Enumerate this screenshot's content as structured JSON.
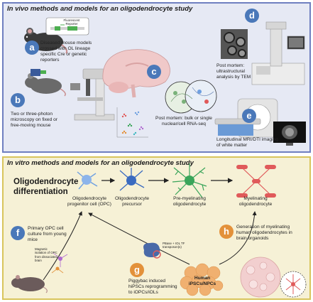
{
  "top_panel": {
    "title": "In vivo methods and models for an oligodendrocyte study",
    "reporter_label": "Fluorescent Reporter",
    "a": {
      "badge": "a",
      "text": "Diseased mouse models crossed with OL lineage specific Cre or genetic reporters"
    },
    "b": {
      "badge": "b",
      "text": "Two or three-photon microscopy on fixed or free-moving mouse"
    },
    "c": {
      "badge": "c",
      "text": "Post mortem: bulk or single nuclear/cell RNA-seq"
    },
    "d": {
      "badge": "d",
      "text": "Post mortem: ultrastructural analysis by TEM"
    },
    "e": {
      "badge": "e",
      "text": "Longitudinal MRI/DTI imaging of white matter"
    }
  },
  "bottom_panel": {
    "title": "In vitro methods and models for an oligodendrocyte study",
    "heading": "Oligodendrocyte differentiation",
    "stages": [
      {
        "label": "Oligodendrocyte progenitor cell (OPC)"
      },
      {
        "label": "Oligodendrocyte precursor"
      },
      {
        "label": "Pre-myelinating oligodendrocyte"
      },
      {
        "label": "Myelinating oligodendrocyte"
      }
    ],
    "f": {
      "badge": "f",
      "text": "Primary OPC cell culture from young  mice"
    },
    "magnetic_text": "Magnetic isolation of OPC from dissociated brain",
    "g": {
      "badge": "g",
      "text": "Piggybac induced hiPSCs reprogramming to iOPCs/iOLs"
    },
    "pbase_text": "PBase + IOL TF transposon(s)",
    "human_text": "Human iPSCs/NPCs",
    "h": {
      "badge": "h",
      "text": "Generation of myelinating human oligodendrocytes in brain organoids"
    }
  },
  "colors": {
    "top_bg": "#e6e9f4",
    "top_border": "#6f7fc0",
    "bottom_bg": "#f6f1d6",
    "bottom_border": "#d8c55c",
    "badge_blue": "#4a78b9",
    "badge_orange": "#e3913a",
    "opc": "#6fa0e0",
    "precursor": "#3a6bc0",
    "premyelinating": "#3aa55a",
    "myelinating": "#e05a5a"
  }
}
